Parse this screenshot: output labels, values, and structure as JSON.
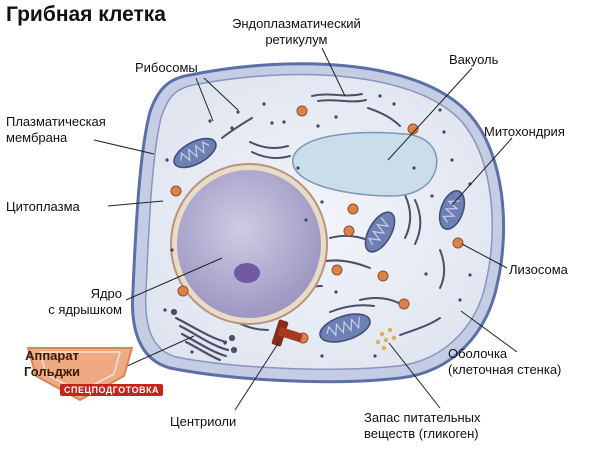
{
  "title": "Грибная клетка",
  "labels": {
    "er": "Эндоплазматический\nретикулум",
    "ribosomes": "Рибосомы",
    "vacuole": "Вакуоль",
    "membrane": "Плазматическая\nмембрана",
    "mitochondria": "Митохондрия",
    "cytoplasm": "Цитоплазма",
    "lysosome": "Лизосома",
    "nucleus": "Ядро\nс ядрышком",
    "shell": "Оболочка\n(клеточная стенка)",
    "centrioles": "Центриоли",
    "reserve": "Запас питательных\nвеществ (гликоген)",
    "golgi": "Аппарат\nГольджи"
  },
  "watermark": "СПЕЦПОДГОТОВКА",
  "colors": {
    "cell_wall": "#5b6fa8",
    "cytoplasm": "#e6eaf3",
    "nucleus": "#b7b2d2",
    "nucleolus": "#6f5aa3",
    "vacuole": "#c9ddeb",
    "mitochondria": "#6d7fb3",
    "lysosome": "#d9824d",
    "centriole": "#8a2a1a",
    "badge": "#f0a67d"
  }
}
